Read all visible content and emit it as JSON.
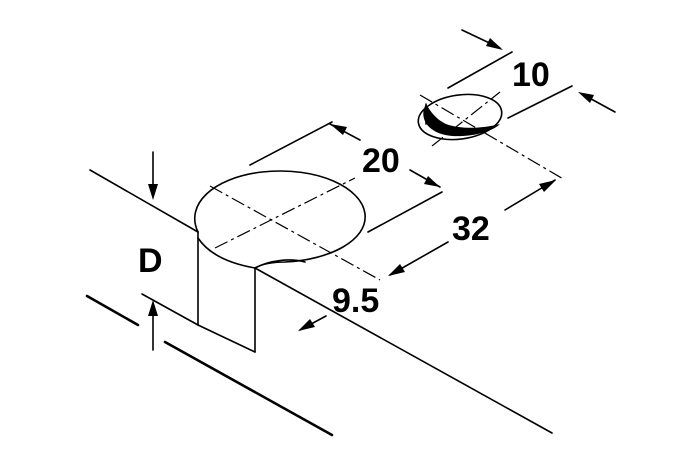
{
  "dimensions": {
    "hole_diameter": "10",
    "cylinder_diameter": "20",
    "hole_spacing": "32",
    "edge_offset": "9.5",
    "depth": "D"
  },
  "colors": {
    "line": "#000000",
    "background": "#ffffff"
  }
}
